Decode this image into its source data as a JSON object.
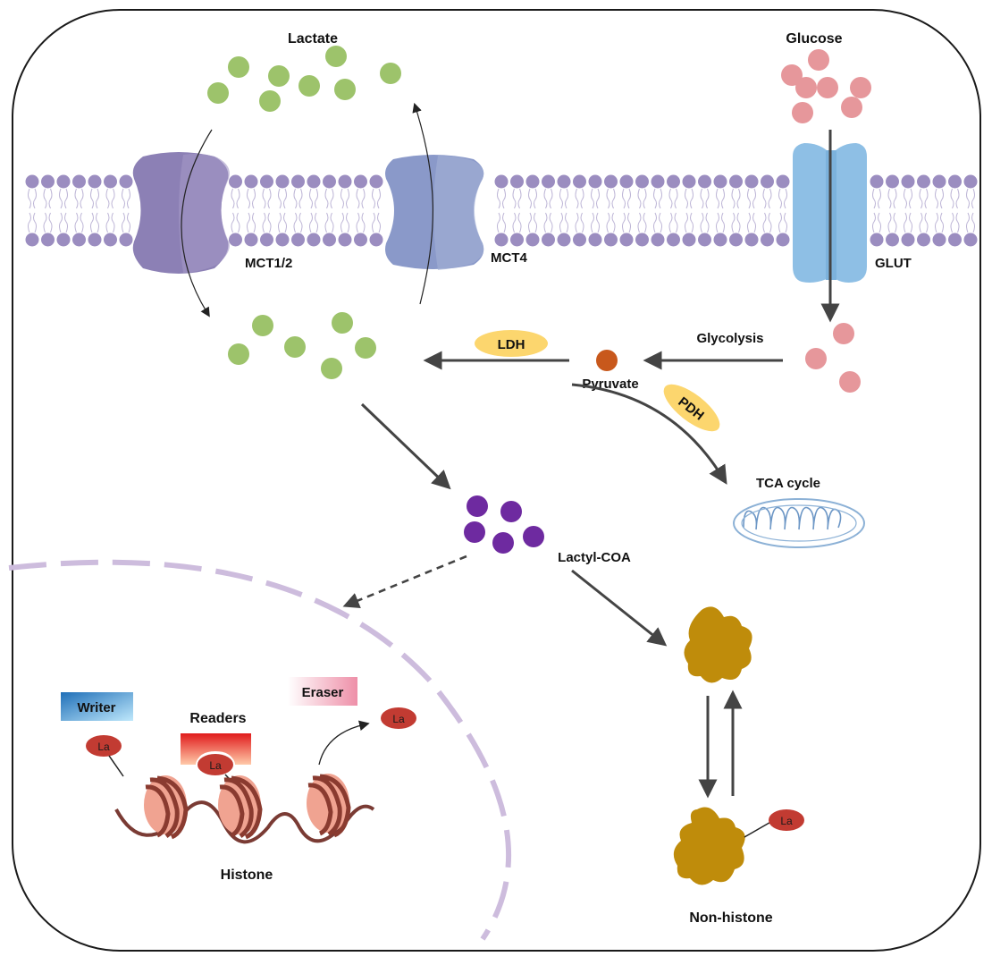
{
  "labels": {
    "lactate_out": "Lactate",
    "glucose": "Glucose",
    "mct12": "MCT1/2",
    "mct4": "MCT4",
    "glut": "GLUT",
    "glycolysis": "Glycolysis",
    "ldh": "LDH",
    "pyruvate": "Pyruvate",
    "pdh": "PDH",
    "tca": "TCA cycle",
    "lactyl_coa": "Lactyl-COA",
    "writer": "Writer",
    "readers": "Readers",
    "eraser": "Eraser",
    "histone": "Histone",
    "non_histone": "Non-histone",
    "la": "La"
  },
  "colors": {
    "lactate": "#9dc36b",
    "glucose": "#e6979b",
    "pyruvate": "#c8581c",
    "lactyl_coa": "#6e2aa0",
    "protein": "#bf8c0b",
    "mct": "#8c80b5",
    "mct4": "#8a99c9",
    "glut": "#8ebfe5",
    "enzyme": "#fcd66e",
    "nucleus": "#cdbcdd",
    "la_tag": "#c23b32",
    "membrane_head": "#9b8dc0"
  }
}
